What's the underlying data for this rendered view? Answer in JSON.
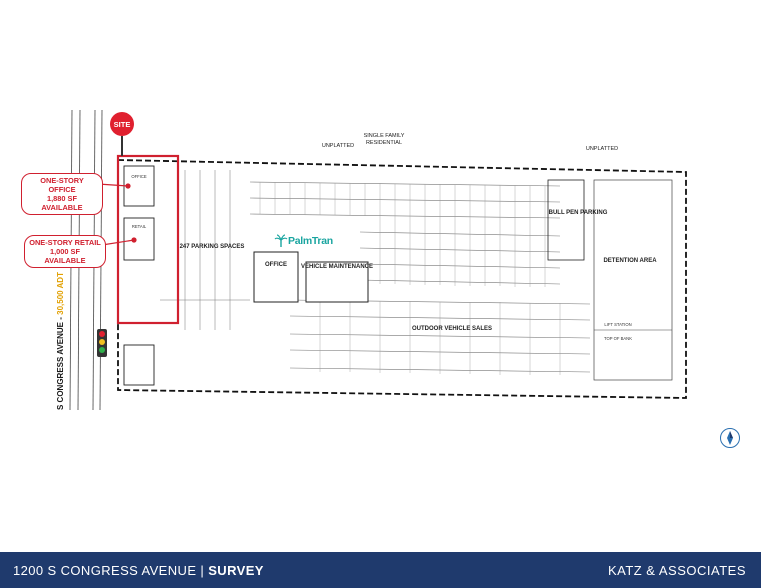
{
  "site_marker": {
    "label": "SITE"
  },
  "callouts": {
    "office": {
      "line1": "ONE-STORY OFFICE",
      "line2": "1,880 SF AVAILABLE"
    },
    "retail": {
      "line1": "ONE-STORY RETAIL",
      "line2": "1,000 SF AVAILABLE"
    }
  },
  "street": {
    "name": "S CONGRESS AVENUE - ",
    "adt": "30,500 ADT"
  },
  "map_labels": {
    "unplatted_1": "UNPLATTED",
    "single_family": "SINGLE FAMILY",
    "residential": "RESIDENTIAL",
    "unplatted_2": "UNPLATTED",
    "office_bldg": "OFFICE",
    "retail_bldg": "RETAIL",
    "parking_spaces": "247 PARKING SPACES",
    "office_main": "OFFICE",
    "vehicle_maintenance": "VEHICLE MAINTENANCE",
    "bull_pen": "BULL PEN PARKING",
    "detention": "DETENTION AREA",
    "outdoor_sales": "OUTDOOR VEHICLE SALES",
    "lift_station": "LIFT STATION",
    "top_of_bank": "TOP OF BANK"
  },
  "logo": {
    "text": "PalmTran"
  },
  "footer": {
    "address": "1200 S CONGRESS AVENUE",
    "separator": " | ",
    "section": "SURVEY",
    "company": "KATZ & ASSOCIATES"
  },
  "colors": {
    "accent_red": "#d0202f",
    "footer_bg": "#1f3a6d",
    "adt_yellow": "#e2a000",
    "logo_teal": "#1aa5a0",
    "compass_blue": "#2a6fb0"
  },
  "icons": [
    "traffic-light-icon",
    "compass-icon",
    "palm-tree-icon"
  ]
}
